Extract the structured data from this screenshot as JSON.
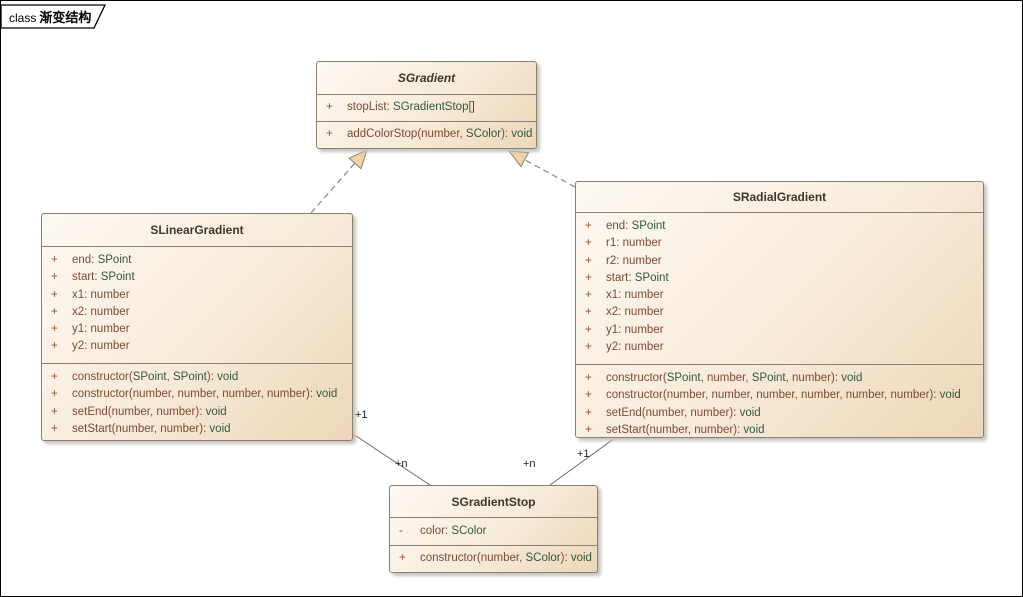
{
  "frame": {
    "label_prefix": "class",
    "label_title": "渐变结构"
  },
  "colors": {
    "box_fill_light": "#fdf9f3",
    "box_fill_dark": "#ecd7b8",
    "box_border": "#8a8072",
    "member_text": "#7e4a34",
    "type_text": "#33593f",
    "marker_text": "#9c4f2c",
    "triangle_fill": "#edd3a8",
    "dashed_line": "#858585",
    "assoc_line": "#6f675a"
  },
  "classes": [
    {
      "id": "sgradient",
      "name": "SGradient",
      "abstract": true,
      "attributes": [
        {
          "vis": "+",
          "text": "stopList: SGradientStop[]"
        }
      ],
      "methods": [
        {
          "vis": "+",
          "text": "addColorStop(number, SColor): void"
        }
      ]
    },
    {
      "id": "slineargradient",
      "name": "SLinearGradient",
      "abstract": false,
      "attributes": [
        {
          "vis": "+",
          "text": "end: SPoint"
        },
        {
          "vis": "+",
          "text": "start: SPoint"
        },
        {
          "vis": "+",
          "text": "x1: number"
        },
        {
          "vis": "+",
          "text": "x2: number"
        },
        {
          "vis": "+",
          "text": "y1: number"
        },
        {
          "vis": "+",
          "text": "y2: number"
        }
      ],
      "methods": [
        {
          "vis": "+",
          "text": "constructor(SPoint, SPoint): void"
        },
        {
          "vis": "+",
          "text": "constructor(number, number, number, number): void"
        },
        {
          "vis": "+",
          "text": "setEnd(number, number): void"
        },
        {
          "vis": "+",
          "text": "setStart(number, number): void"
        }
      ]
    },
    {
      "id": "sradialgradient",
      "name": "SRadialGradient",
      "abstract": false,
      "attributes": [
        {
          "vis": "+",
          "text": "end: SPoint"
        },
        {
          "vis": "+",
          "text": "r1: number"
        },
        {
          "vis": "+",
          "text": "r2: number"
        },
        {
          "vis": "+",
          "text": "start: SPoint"
        },
        {
          "vis": "+",
          "text": "x1: number"
        },
        {
          "vis": "+",
          "text": "x2: number"
        },
        {
          "vis": "+",
          "text": "y1: number"
        },
        {
          "vis": "+",
          "text": "y2: number"
        }
      ],
      "methods": [
        {
          "vis": "+",
          "text": "constructor(SPoint, number, SPoint, number): void"
        },
        {
          "vis": "+",
          "text": "constructor(number, number, number, number, number, number): void"
        },
        {
          "vis": "+",
          "text": "setEnd(number, number): void"
        },
        {
          "vis": "+",
          "text": "setStart(number, number): void"
        }
      ]
    },
    {
      "id": "sgradientstop",
      "name": "SGradientStop",
      "abstract": false,
      "attributes": [
        {
          "vis": "-",
          "text": "color: SColor"
        }
      ],
      "methods": [
        {
          "vis": "+",
          "text": "constructor(number, SColor): void"
        }
      ]
    }
  ],
  "connectors": {
    "generalizations": [
      {
        "from": "SLinearGradient",
        "to": "SGradient"
      },
      {
        "from": "SRadialGradient",
        "to": "SGradient"
      }
    ],
    "associations": [
      {
        "from": "SLinearGradient",
        "to": "SGradientStop",
        "from_label": "+1",
        "to_label": "+n"
      },
      {
        "from": "SRadialGradient",
        "to": "SGradientStop",
        "from_label": "+1",
        "to_label": "+n"
      }
    ]
  }
}
